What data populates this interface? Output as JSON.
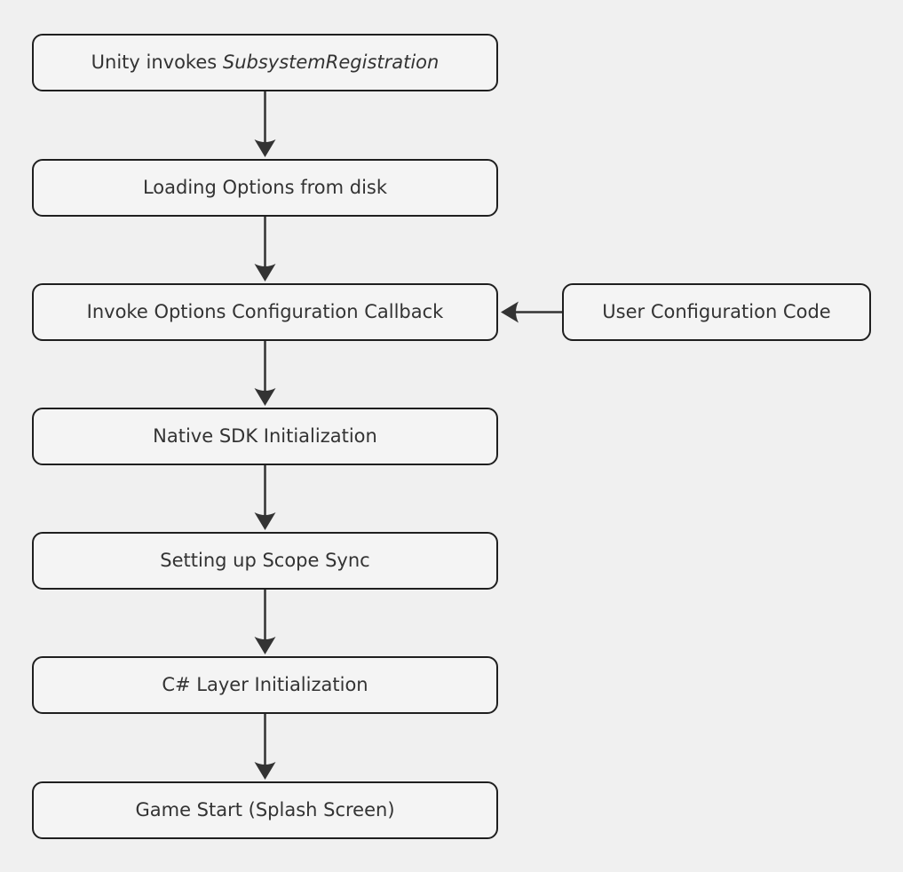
{
  "diagram": {
    "type": "flowchart",
    "direction": "top-down",
    "colors": {
      "background": "#f0f0f0",
      "node_fill": "#f4f4f4",
      "node_border": "#1f1f1f",
      "arrow": "#333333",
      "text": "#333333"
    },
    "nodes": {
      "subsystem_registration": {
        "prefix": "Unity invokes ",
        "italic": "SubsystemRegistration"
      },
      "loading_options": {
        "label": "Loading Options from disk"
      },
      "invoke_callback": {
        "label": "Invoke Options Configuration Callback"
      },
      "user_config": {
        "label": "User Configuration Code"
      },
      "native_sdk": {
        "label": "Native SDK Initialization"
      },
      "scope_sync": {
        "label": "Setting up Scope Sync"
      },
      "csharp_layer": {
        "label": "C# Layer Initialization"
      },
      "game_start": {
        "label": "Game Start (Splash Screen)"
      }
    },
    "edges": [
      {
        "from": "subsystem_registration",
        "to": "loading_options"
      },
      {
        "from": "loading_options",
        "to": "invoke_callback"
      },
      {
        "from": "invoke_callback",
        "to": "native_sdk"
      },
      {
        "from": "user_config",
        "to": "invoke_callback"
      },
      {
        "from": "native_sdk",
        "to": "scope_sync"
      },
      {
        "from": "scope_sync",
        "to": "csharp_layer"
      },
      {
        "from": "csharp_layer",
        "to": "game_start"
      }
    ]
  }
}
